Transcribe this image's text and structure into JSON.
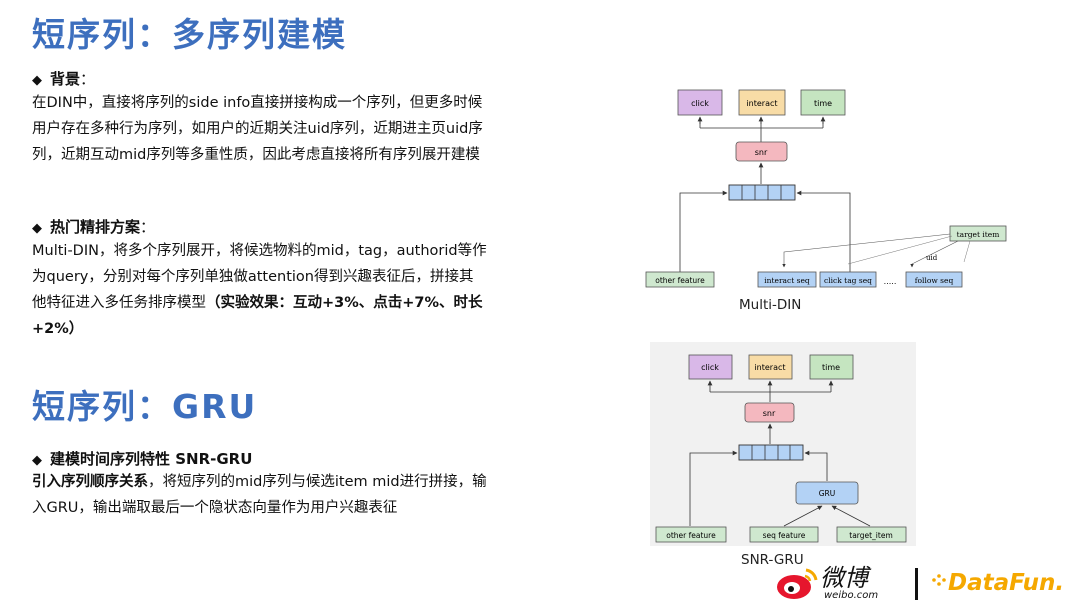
{
  "section1": {
    "title": "短序列：多序列建模",
    "background": {
      "heading": "背景",
      "colon": "：",
      "text": "在DIN中，直接将序列的side info直接拼接构成一个序列，但更多时候用户存在多种行为序列，如用户的近期关注uid序列，近期进主页uid序列，近期互动mid序列等多重性质，因此考虑直接将所有序列展开建模"
    },
    "hot": {
      "heading": "热门精排方案",
      "colon": "：",
      "text_plain": "Multi-DIN，将多个序列展开，将候选物料的mid，tag，authorid等作为query，分别对每个序列单独做attention得到兴趣表征后，拼接其他特征进入多任务排序模型",
      "text_bold": "（实验效果：互动+3%、点击+7%、时长+2%）"
    }
  },
  "section2": {
    "title": "短序列：GRU",
    "heading": "建模时间序列特性 SNR-GRU",
    "text_bold": "引入序列顺序关系",
    "text_plain": "，将短序列的mid序列与候选item mid进行拼接，输入GRU，输出端取最后一个隐状态向量作为用户兴趣表征"
  },
  "diagram1": {
    "caption": "Multi-DIN",
    "outputs": [
      "click",
      "interact",
      "time"
    ],
    "snr": "snr",
    "other_feature": "other  feature",
    "seqs": [
      "interact seq",
      "click tag seq",
      "follow seq"
    ],
    "ellipsis": ".....",
    "target": "target item",
    "uid": "uid"
  },
  "diagram2": {
    "caption": "SNR-GRU",
    "outputs": [
      "click",
      "interact",
      "time"
    ],
    "snr": "snr",
    "gru": "GRU",
    "inputs": [
      "other  feature",
      "seq  feature",
      "target_item"
    ]
  },
  "footer": {
    "weibo_text": "微博",
    "weibo_url": "weibo.com",
    "datafun": "DataFun."
  },
  "colors": {
    "title": "#3d6fbe",
    "click": "#d9b8e8",
    "interact": "#f8dca6",
    "time": "#c5e5c0",
    "snr": "#f4b8bf",
    "blue_box": "#b3d2f5",
    "green_box": "#cfe8cf",
    "datafun": "#f5a800"
  }
}
